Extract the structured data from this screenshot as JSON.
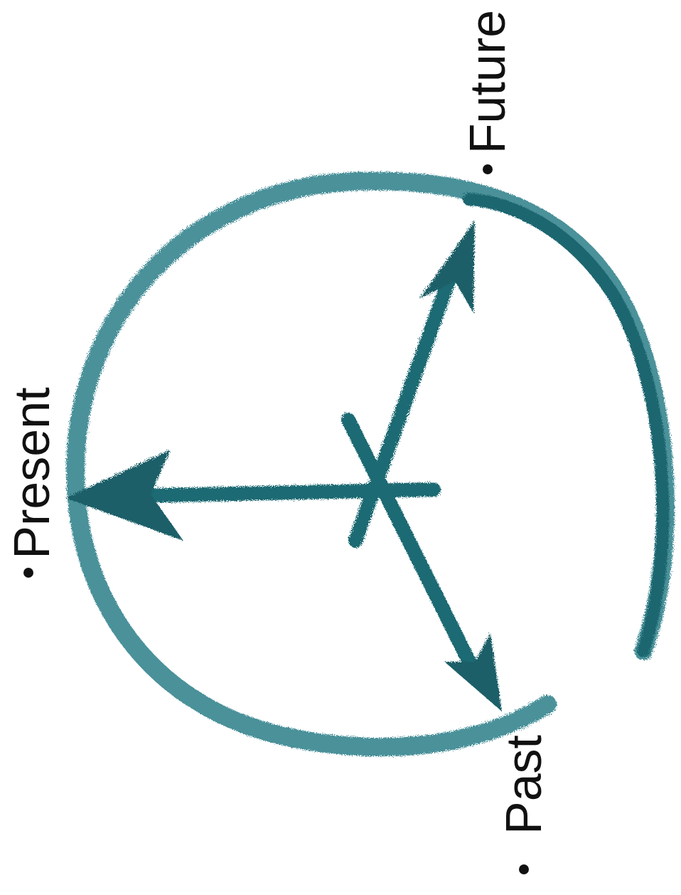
{
  "diagram": {
    "labels": [
      "Present",
      "Future",
      "Past"
    ]
  }
}
